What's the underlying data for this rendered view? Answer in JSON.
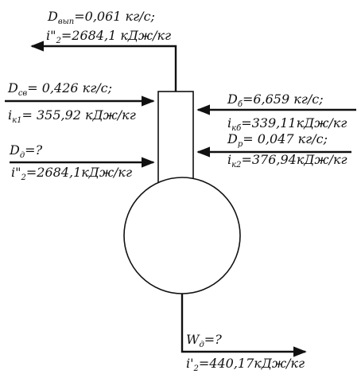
{
  "streams": {
    "vapor_out": {
      "flow_symbol": "D",
      "flow_sub": "вып",
      "flow_value": "=0,061  кг/с;",
      "enthalpy_symbol": "i\"",
      "enthalpy_sub": "2",
      "enthalpy_value": "=2684,1 кДж/кг"
    },
    "chem_water_in": {
      "flow_symbol": "D",
      "flow_sub": "св",
      "flow_value": "= 0,426 кг/с;",
      "enthalpy_symbol": "i",
      "enthalpy_sub": "к1",
      "enthalpy_value": "=   355,92  кДж/кг"
    },
    "heating_steam_in": {
      "flow_symbol": "D",
      "flow_sub": "д",
      "flow_value": "=?",
      "enthalpy_symbol": "i\"",
      "enthalpy_sub": "2",
      "enthalpy_value": "=2684,1кДж/кг"
    },
    "condensate_in": {
      "flow_symbol": "D",
      "flow_sub": "б",
      "flow_value": "=6,659 кг/с;",
      "enthalpy_symbol": "i",
      "enthalpy_sub": "кб",
      "enthalpy_value": "=339,11кДж/кг"
    },
    "blowdown_in": {
      "flow_symbol": "D",
      "flow_sub": "р",
      "flow_value": "= 0,047 кг/с;",
      "enthalpy_symbol": "i",
      "enthalpy_sub": "к2",
      "enthalpy_value": "=376,94кДж/кг"
    },
    "water_out": {
      "flow_symbol": "W",
      "flow_sub": "д",
      "flow_value": "=?",
      "enthalpy_symbol": "i'",
      "enthalpy_sub": "2",
      "enthalpy_value": "=440,17кДж/кг"
    }
  }
}
